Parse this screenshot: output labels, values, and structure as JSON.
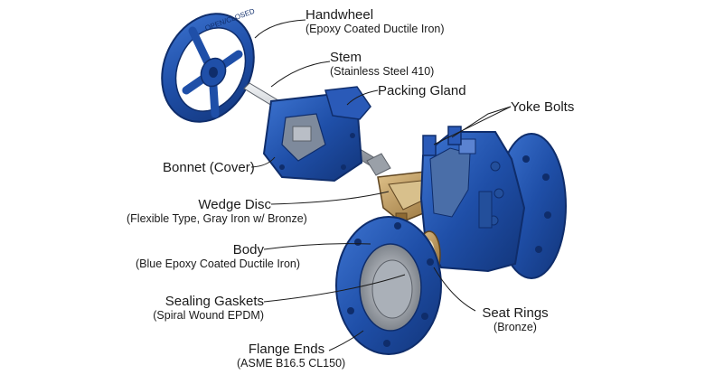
{
  "callouts": {
    "handwheel": {
      "name": "Handwheel",
      "sub": "(Epoxy Coated Ductile Iron)"
    },
    "stem": {
      "name": "Stem",
      "sub": "(Stainless Steel 410)"
    },
    "packing_gland": {
      "name": "Packing Gland",
      "sub": ""
    },
    "yoke_bolts": {
      "name": "Yoke Bolts",
      "sub": ""
    },
    "bonnet": {
      "name": "Bonnet (Cover)",
      "sub": ""
    },
    "wedge_disc": {
      "name": "Wedge Disc",
      "sub": "(Flexible Type, Gray Iron w/ Bronze)"
    },
    "body": {
      "name": "Body",
      "sub": "(Blue Epoxy Coated Ductile Iron)"
    },
    "sealing_gaskets": {
      "name": "Sealing Gaskets",
      "sub": "(Spiral Wound EPDM)"
    },
    "seat_rings": {
      "name": "Seat Rings",
      "sub": "(Bronze)"
    },
    "flange_ends": {
      "name": "Flange Ends",
      "sub": "(ASME B16.5 CL150)"
    }
  },
  "markings": {
    "handwheel_text": "OPEN/CLOSED"
  },
  "colors": {
    "valve_blue": "#1f4fa8",
    "valve_dark": "#0f2d6b",
    "bronze": "#b9955a",
    "steel": "#c9cdd3",
    "gasket": "#8a8f96",
    "line": "#1a1a1a"
  }
}
